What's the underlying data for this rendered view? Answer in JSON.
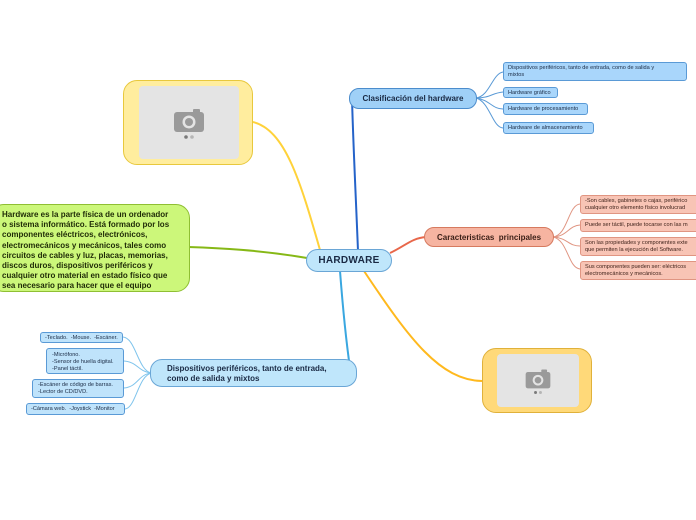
{
  "central": {
    "label": "HARDWARE"
  },
  "clasificacion": {
    "label": "Clasificación del hardware",
    "items": [
      "Dispositivos periféricos, tanto de entrada, como de salida y\nmixtos",
      "Hardware gráfico",
      "Hardware de procesamiento",
      "Hardware de almacenamiento"
    ]
  },
  "caracteristicas": {
    "label": "Caracteristicas  principales",
    "items": [
      "-Son cables, gabinetes o cajas, periférico\ncualquier otro elemento físico involucrad",
      "Puede ser táctil, puede tocarse con las m",
      "Son las propiedades y componentes exte\nque permiten la ejecución del Software.",
      "Sus componentes pueden ser: eléctricos\nelectromecánicos y mecánicos."
    ]
  },
  "definicion": {
    "text": "Hardware es la parte física de un ordenador\no sistema informático. Está formado por los\ncomponentes eléctricos, electrónicos,\nelectromecánicos y mecánicos, tales como\ncircuitos de cables y luz, placas, memorias,\ndiscos duros, dispositivos periféricos y\ncualquier otro material en estado físico que\nsea necesario para hacer que el equipo\nfuncione."
  },
  "perifericos": {
    "label": "Dispositivos periféricos, tanto de entrada,\ncomo de salida y mixtos",
    "items": [
      "-Teclado.  -Mouse.  -Escáner.",
      "-Micrófono.\n-Sensor de huella digital.\n-Panel táctil.",
      "-Escáner de código de barras.\n-Lector de CD/DVD.",
      "-Cámara web.  -Joystick  -Monitor"
    ]
  },
  "images": [
    {
      "icon": "camera-placeholder-icon"
    },
    {
      "icon": "camera-placeholder-icon"
    }
  ],
  "colors": {
    "central_fill": "#bfe6fb",
    "blue_branch": "#2563c9",
    "salmon_branch": "#e8674a",
    "green_branch": "#86b816",
    "yellow_branch": "#ffd23a",
    "peri_branch": "#3aa7e0"
  }
}
